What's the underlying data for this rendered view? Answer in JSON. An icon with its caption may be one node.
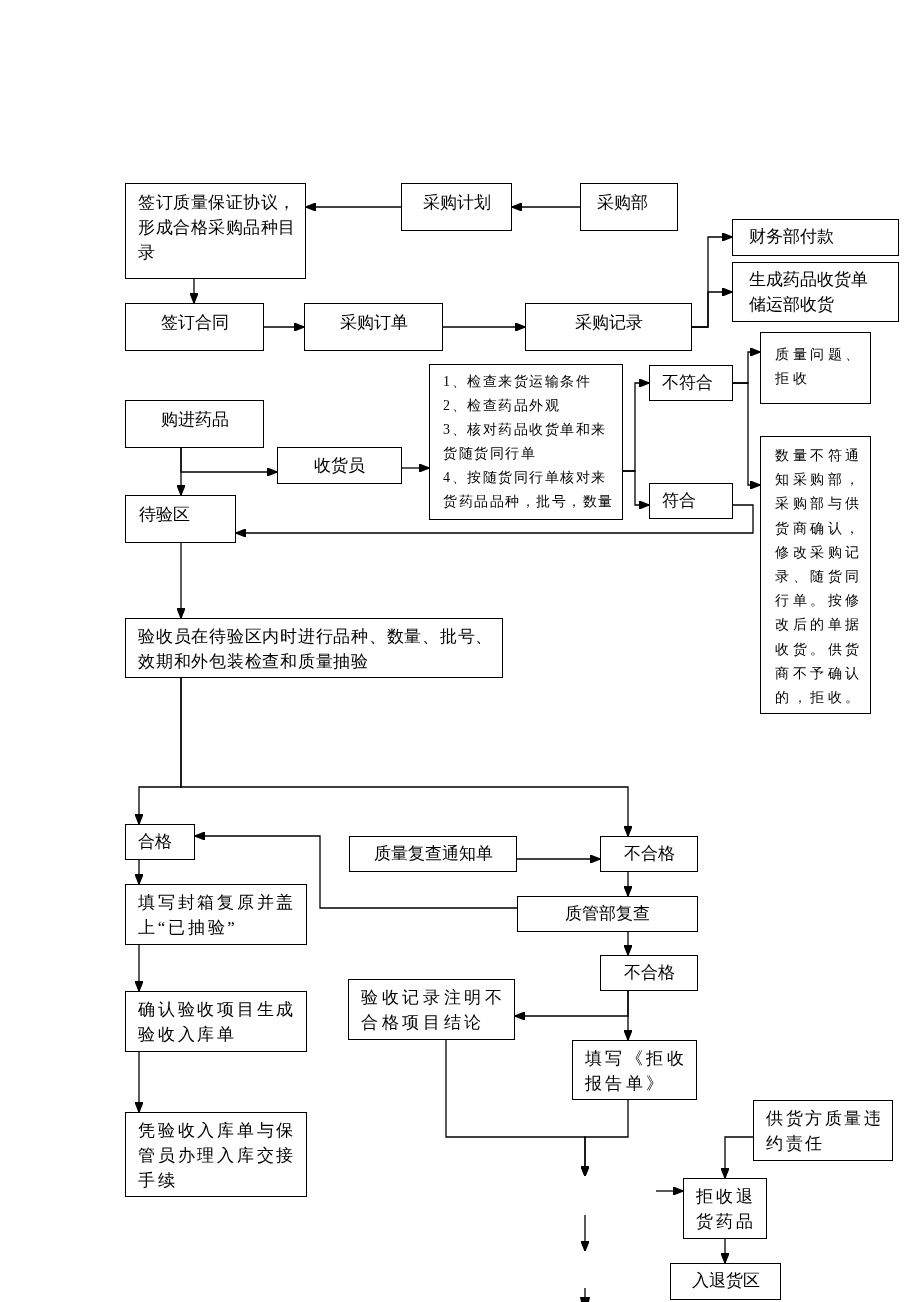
{
  "diagram": {
    "nodes": [
      {
        "text": [
          "签订质量保证协议，形成合格采购品种目录"
        ]
      },
      {
        "text": [
          "采购计划"
        ]
      },
      {
        "text": [
          "采购部"
        ]
      },
      {
        "text": [
          "财务部付款"
        ]
      },
      {
        "text": [
          "签订合同"
        ]
      },
      {
        "text": [
          "采购订单"
        ]
      },
      {
        "text": [
          "采购记录"
        ]
      },
      {
        "text": [
          "质量问题、",
          "拒收"
        ]
      },
      {
        "text": [
          "生成药品收货单",
          "储运部收货"
        ]
      },
      {
        "text": [
          "1、检查来货运输条件",
          "2、检查药品外观",
          "3、核对药品收货单和来货随货同行单",
          "4、按随货同行单核对来货药品品种，批号，数量"
        ]
      },
      {
        "text": [
          "不符合"
        ]
      },
      {
        "text": [
          "购进药品"
        ]
      },
      {
        "text": [
          "数量不符通知采购部，采购部与供货商确认，修改采购记录、随货同行单。按修改后的单据收货。供货商不予确认的，拒收。"
        ]
      },
      {
        "text": [
          "收货员"
        ]
      },
      {
        "text": [
          "符合"
        ]
      },
      {
        "text": [
          "待验区"
        ]
      },
      {
        "text": [
          "验收员在待验区内时进行品种、数量、批号、效期和外包装检查和质量抽验"
        ]
      },
      {
        "text": [
          "合格"
        ]
      },
      {
        "text": [
          "质量复查通知单"
        ]
      },
      {
        "text": [
          "不合格"
        ]
      },
      {
        "text": [
          "填写封箱复原并盖上“已抽验”"
        ]
      },
      {
        "text": [
          "质管部复查"
        ]
      },
      {
        "text": [
          "不合格"
        ]
      },
      {
        "text": [
          "验收记录注明不合格项目结论"
        ]
      },
      {
        "text": [
          "确认验收项目生成验收入库单"
        ]
      },
      {
        "text": [
          "填写《拒收报告单》"
        ]
      },
      {
        "text": [
          "供货方质量违约责任"
        ]
      },
      {
        "text": [
          "凭验收入库单与保管员办理入库交接手续"
        ]
      },
      {
        "text": [
          "拒收退货药品"
        ]
      },
      {
        "text": [
          "入退货区"
        ]
      }
    ],
    "edges": [
      {
        "from": 2,
        "to": 1,
        "arrow": "to"
      },
      {
        "from": 1,
        "to": 0,
        "arrow": "to"
      },
      {
        "from": 0,
        "to": 4,
        "arrow": "to"
      },
      {
        "from": 4,
        "to": 5,
        "arrow": "to"
      },
      {
        "from": 5,
        "to": 6,
        "arrow": "to"
      },
      {
        "from": 6,
        "to": 3,
        "arrow": "to"
      },
      {
        "from": 6,
        "to": 8,
        "arrow": "to"
      },
      {
        "from": 11,
        "to": 15,
        "arrow": "to"
      },
      {
        "from": 11,
        "to": 13,
        "arrow": "to"
      },
      {
        "from": 13,
        "to": 9,
        "arrow": "to"
      },
      {
        "from": 9,
        "to": 10,
        "arrow": "to"
      },
      {
        "from": 9,
        "to": 14,
        "arrow": "to"
      },
      {
        "from": 10,
        "to": 7,
        "arrow": "to"
      },
      {
        "from": 10,
        "to": 12,
        "arrow": "to"
      },
      {
        "from": 14,
        "to": 15,
        "arrow": "to"
      },
      {
        "from": 15,
        "to": 16,
        "arrow": "to"
      },
      {
        "from": 16,
        "to": 17,
        "arrow": "to"
      },
      {
        "from": 16,
        "to": 19,
        "arrow": "to"
      },
      {
        "from": 18,
        "to": 19,
        "arrow": "to"
      },
      {
        "from": 19,
        "to": 21,
        "arrow": "to"
      },
      {
        "from": 21,
        "to": 17,
        "arrow": "to"
      },
      {
        "from": 21,
        "to": 22,
        "arrow": "to"
      },
      {
        "from": 22,
        "to": 23,
        "arrow": "to"
      },
      {
        "from": 22,
        "to": 25,
        "arrow": "to"
      },
      {
        "from": 17,
        "to": 20,
        "arrow": "to"
      },
      {
        "from": 20,
        "to": 24,
        "arrow": "to"
      },
      {
        "from": 24,
        "to": 27,
        "arrow": "to"
      },
      {
        "from": 23,
        "to": null,
        "arrow": "to"
      },
      {
        "from": 25,
        "to": null,
        "arrow": "to"
      },
      {
        "from": null,
        "to": 28,
        "arrow": "to"
      },
      {
        "from": 26,
        "to": 28,
        "arrow": "to"
      },
      {
        "from": 28,
        "to": 29,
        "arrow": "to"
      }
    ]
  }
}
